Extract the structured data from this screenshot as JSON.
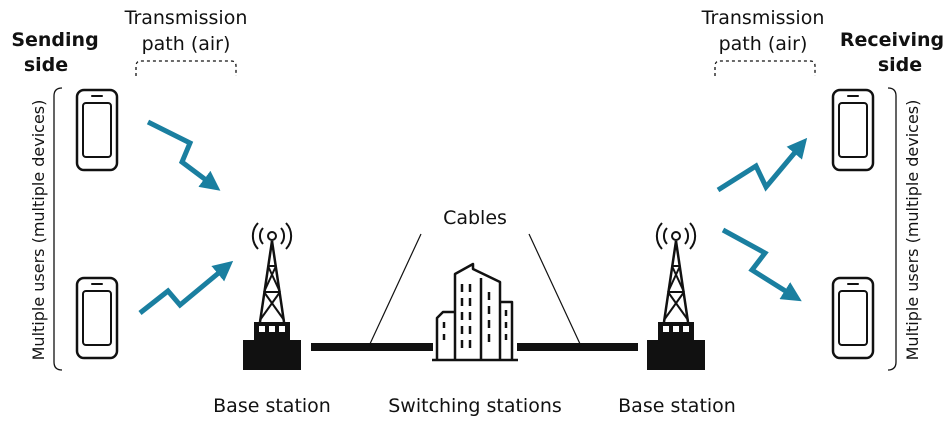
{
  "sending_side": {
    "line1": "Sending",
    "line2": "side"
  },
  "receiving_side": {
    "line1": "Receiving",
    "line2": "side"
  },
  "transmission_left": {
    "line1": "Transmission",
    "line2": "path (air)"
  },
  "transmission_right": {
    "line1": "Transmission",
    "line2": "path (air)"
  },
  "multiple_users_left": "Multiple users (multiple devices)",
  "multiple_users_right": "Multiple users (multiple devices)",
  "cables_label": "Cables",
  "base_station_left": "Base station",
  "base_station_right": "Base station",
  "switching_stations": "Switching stations",
  "colors": {
    "arrow": "#1a7fa0",
    "stroke": "#111111"
  },
  "icons": [
    "smartphone-icon",
    "antenna-tower-icon",
    "building-icon",
    "wireless-signal-arrow-icon"
  ]
}
